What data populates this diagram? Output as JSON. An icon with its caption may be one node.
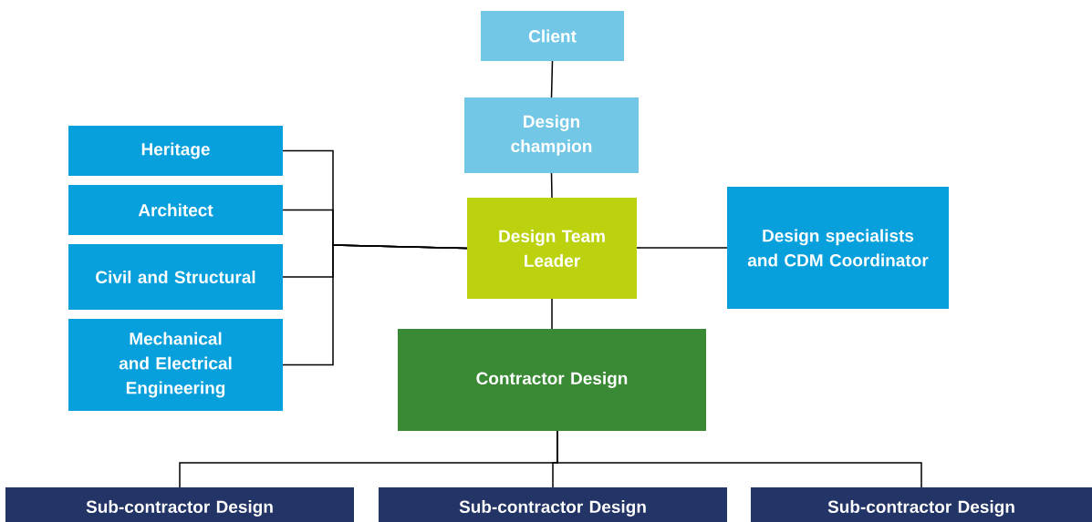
{
  "diagram": {
    "nodes": [
      {
        "text": [
          "Client"
        ]
      },
      {
        "text": [
          "Design champion"
        ]
      },
      {
        "text": [
          "Heritage"
        ]
      },
      {
        "text": [
          "Architect"
        ]
      },
      {
        "text": [
          "Civil and Structural"
        ]
      },
      {
        "text": [
          "Mechanical and Electrical Engineering"
        ]
      },
      {
        "text": [
          "Design Team Leader"
        ]
      },
      {
        "text": [
          "Design specialists and CDM Coordinator"
        ]
      },
      {
        "text": [
          "Contractor Design"
        ]
      },
      {
        "text": [
          "Sub-contractor Design"
        ]
      },
      {
        "text": [
          "Sub-contractor Design"
        ]
      },
      {
        "text": [
          "Sub-contractor Design"
        ]
      }
    ],
    "edges": [
      {
        "from": 0,
        "to": 1,
        "arrow": "none"
      },
      {
        "from": 1,
        "to": 6,
        "arrow": "none"
      },
      {
        "from": 2,
        "to": 6,
        "arrow": "none"
      },
      {
        "from": 3,
        "to": 6,
        "arrow": "none"
      },
      {
        "from": 4,
        "to": 6,
        "arrow": "none"
      },
      {
        "from": 5,
        "to": 6,
        "arrow": "none"
      },
      {
        "from": 6,
        "to": 7,
        "arrow": "none"
      },
      {
        "from": 6,
        "to": 8,
        "arrow": "none"
      },
      {
        "from": 8,
        "to": 9,
        "arrow": "none"
      },
      {
        "from": 8,
        "to": 10,
        "arrow": "none"
      },
      {
        "from": 8,
        "to": 11,
        "arrow": "none"
      }
    ]
  }
}
